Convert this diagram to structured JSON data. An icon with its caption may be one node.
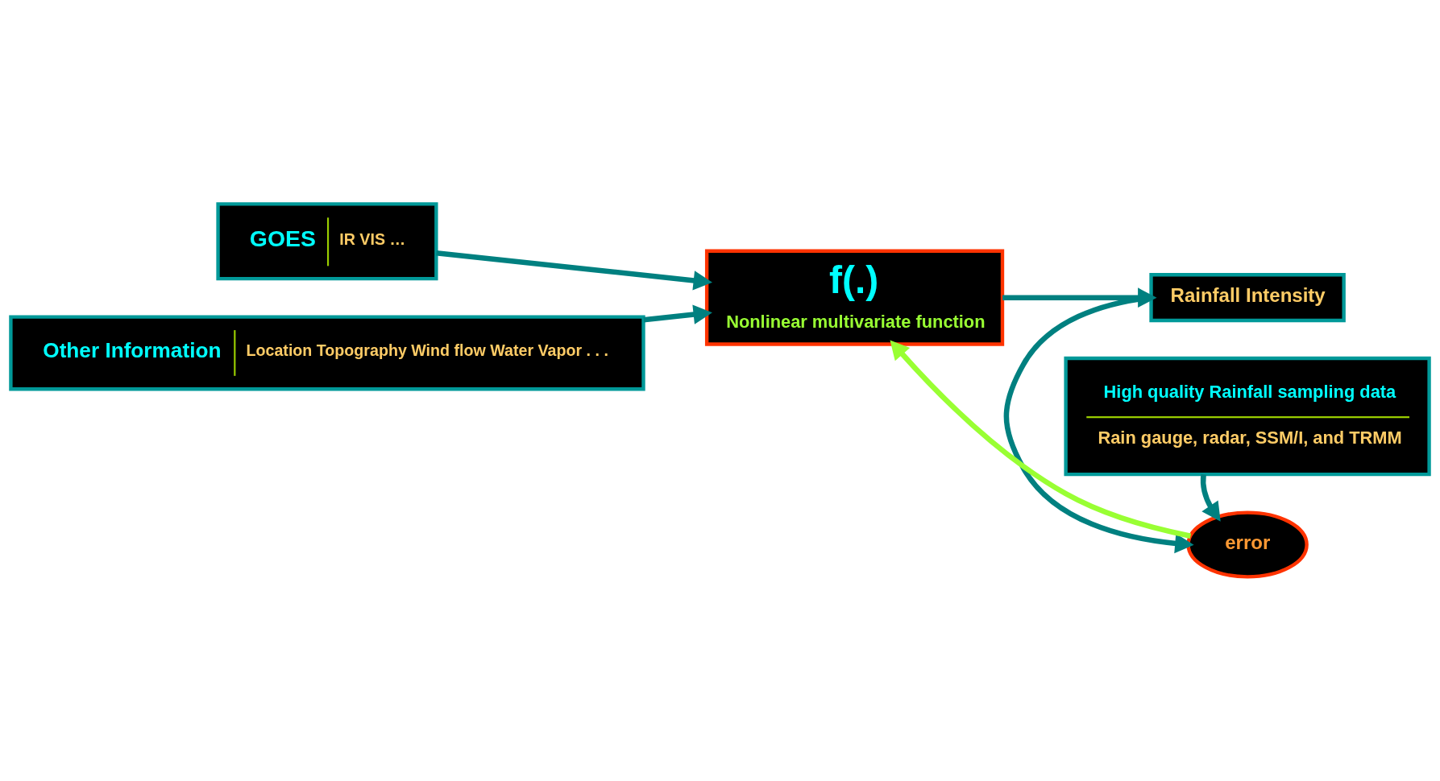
{
  "diagram": {
    "nodes": [
      {
        "text": [
          "GOES",
          "IR VIS …"
        ]
      },
      {
        "text": [
          "Other Information",
          "Location Topography Wind flow Water Vapor . . ."
        ]
      },
      {
        "text": [
          "f(.)",
          "Nonlinear multivariate function"
        ]
      },
      {
        "text": [
          "Rainfall Intensity"
        ]
      },
      {
        "text": [
          "error"
        ]
      },
      {
        "text": [
          "High quality Rainfall sampling data",
          "Rain gauge, radar, SSM/I, and TRMM"
        ]
      }
    ],
    "edges": [
      {
        "from": 0,
        "to": 2,
        "arrow": "to"
      },
      {
        "from": 1,
        "to": 2,
        "arrow": "to"
      },
      {
        "from": 2,
        "to": 3,
        "arrow": "to"
      },
      {
        "from": 3,
        "to": 4,
        "arrow": "to"
      },
      {
        "from": 5,
        "to": 4,
        "arrow": "to"
      },
      {
        "from": 4,
        "to": 2,
        "arrow": "to",
        "color": "#99ff33"
      }
    ]
  }
}
